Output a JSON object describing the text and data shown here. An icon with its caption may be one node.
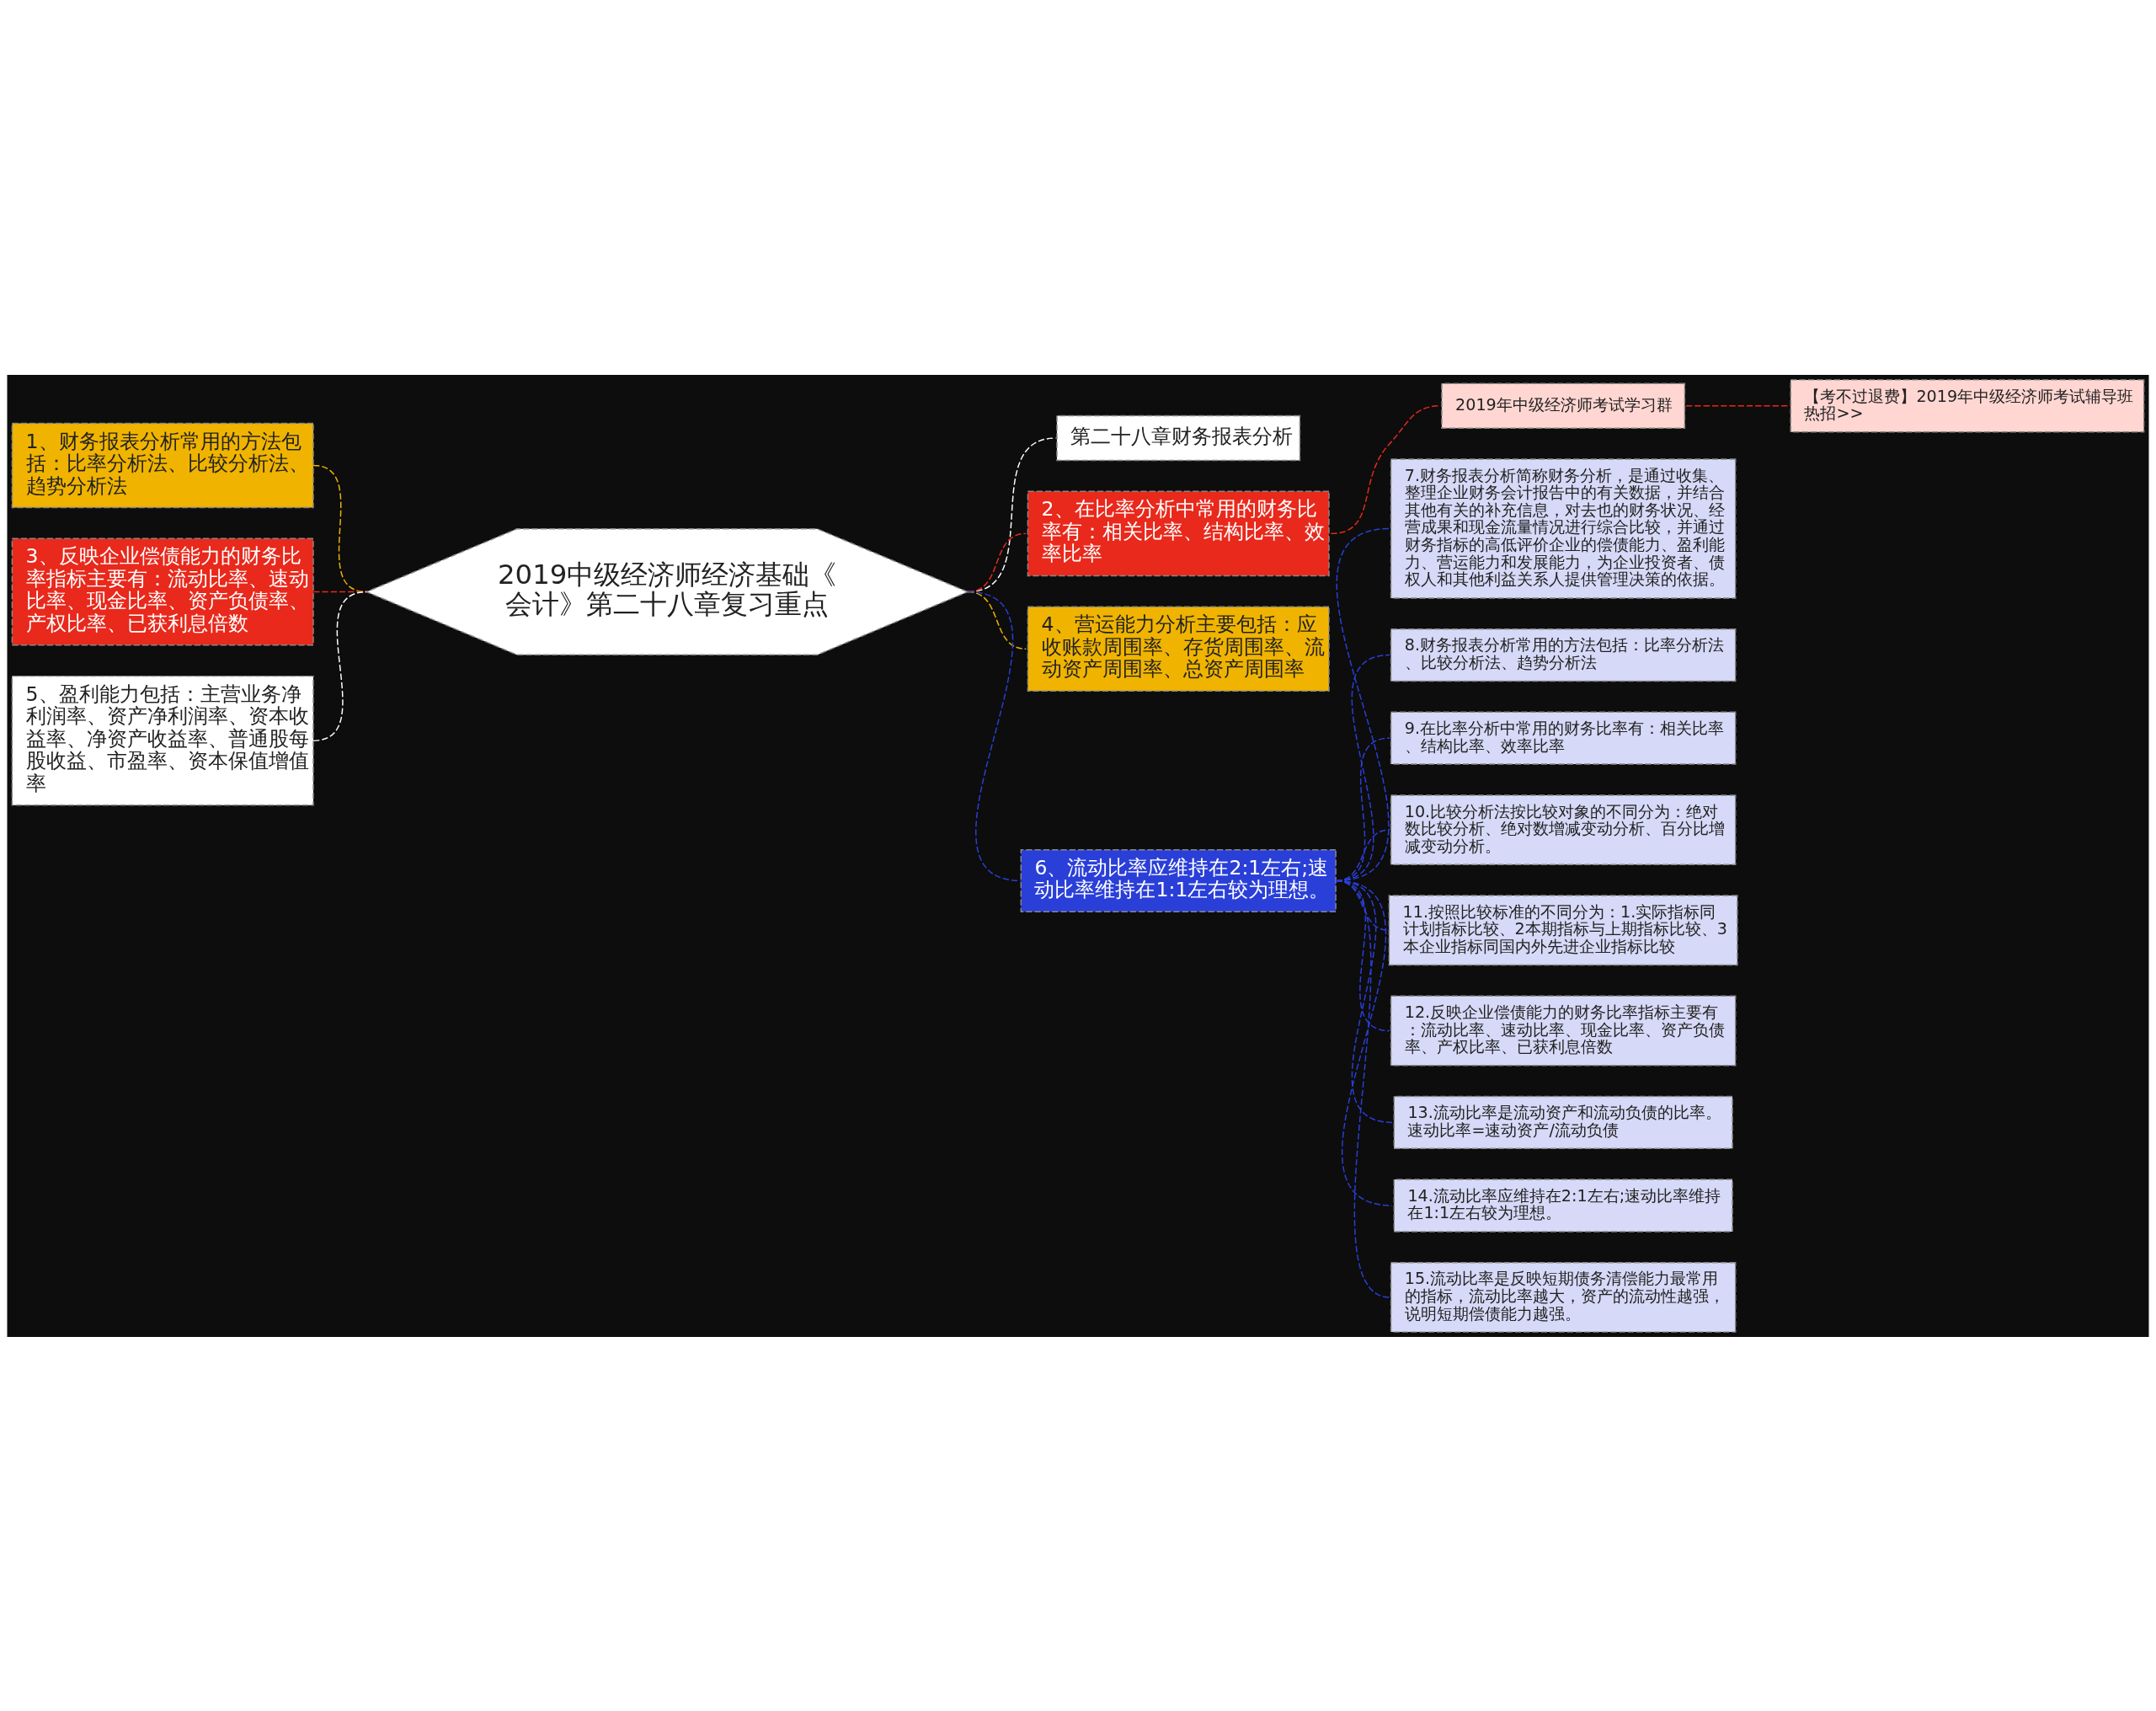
{
  "diagram": {
    "nodes": [
      {
        "text": [
          "2019中级经济师经济基础《会计》第二十八章复习重点"
        ]
      },
      {
        "text": [
          "1、财务报表分析常用的方法包括：比率分析法、比较分析法、趋势分析法"
        ]
      },
      {
        "text": [
          "3、反映企业偿债能力的财务比率指标主要有：流动比率、速动比率、现金比率、资产负债率、产权比率、已获利息倍数"
        ]
      },
      {
        "text": [
          "5、盈利能力包括：主营业务净利润率、资产净利润率、资本收益率、净资产收益率、普通股每股收益、市盈率、资本保值增值率"
        ]
      },
      {
        "text": [
          "第二十八章财务报表分析"
        ]
      },
      {
        "text": [
          "2、在比率分析中常用的财务比率有：相关比率、结构比率、效率比率"
        ]
      },
      {
        "text": [
          "2019年中级经济师考试学习群"
        ]
      },
      {
        "text": [
          "【考不过退费】2019年中级经济师考试辅导班热招>>"
        ]
      },
      {
        "text": [
          "4、营运能力分析主要包括：应收账款周围率、存货周围率、流动资产周围率、总资产周围率"
        ]
      },
      {
        "text": [
          "6、流动比率应维持在2:1左右;速动比率维持在1:1左右较为理想。"
        ]
      },
      {
        "text": [
          "7.财务报表分析简称财务分析，是通过收集、整理企业财务会计报告中的有关数据，并结合其他有关的补充信息，对去也的财务状况、经营成果和现金流量情况进行综合比较，并通过财务指标的高低评价企业的偿债能力、盈利能力、营运能力和发展能力，为企业投资者、债权人和其他利益关系人提供管理决策的依据。"
        ]
      },
      {
        "text": [
          "8.财务报表分析常用的方法包括：比率分析法、比较分析法、趋势分析法"
        ]
      },
      {
        "text": [
          "9.在比率分析中常用的财务比率有：相关比率、结构比率、效率比率"
        ]
      },
      {
        "text": [
          "10.比较分析法按比较对象的不同分为：绝对数比较分析、绝对数增减变动分析、百分比增减变动分析。"
        ]
      },
      {
        "text": [
          "11.按照比较标准的不同分为：1.实际指标同计划指标比较、2本期指标与上期指标比较、3本企业指标同国内外先进企业指标比较"
        ]
      },
      {
        "text": [
          "12.反映企业偿债能力的财务比率指标主要有：流动比率、速动比率、现金比率、资产负债率、产权比率、已获利息倍数"
        ]
      },
      {
        "text": [
          "13.流动比率是流动资产和流动负债的比率。速动比率=速动资产/流动负债"
        ]
      },
      {
        "text": [
          "14.流动比率应维持在2:1左右;速动比率维持在1:1左右较为理想。"
        ]
      },
      {
        "text": [
          "15.流动比率是反映短期债务清偿能力最常用的指标，流动比率越大，资产的流动性越强，说明短期偿债能力越强。"
        ]
      }
    ],
    "edges": [
      {
        "from": 0,
        "to": 1,
        "arrow": "none",
        "style": "dashed",
        "color": "#f0b400"
      },
      {
        "from": 0,
        "to": 2,
        "arrow": "none",
        "style": "dashed",
        "color": "#e8291c"
      },
      {
        "from": 0,
        "to": 3,
        "arrow": "none",
        "style": "dashed",
        "color": "#ffffff"
      },
      {
        "from": 0,
        "to": 4,
        "arrow": "none",
        "style": "dashed",
        "color": "#ffffff"
      },
      {
        "from": 0,
        "to": 5,
        "arrow": "none",
        "style": "dashed",
        "color": "#e8291c"
      },
      {
        "from": 5,
        "to": 6,
        "arrow": "none",
        "style": "dashed",
        "color": "#e8291c"
      },
      {
        "from": 6,
        "to": 7,
        "arrow": "none",
        "style": "dashed",
        "color": "#e8291c"
      },
      {
        "from": 0,
        "to": 8,
        "arrow": "none",
        "style": "dashed",
        "color": "#f0b400"
      },
      {
        "from": 0,
        "to": 9,
        "arrow": "none",
        "style": "dashed"
      },
      {
        "from": 9,
        "to": 10,
        "arrow": "none",
        "style": "dashed"
      },
      {
        "from": 9,
        "to": 11,
        "arrow": "none",
        "style": "dashed"
      },
      {
        "from": 9,
        "to": 12,
        "arrow": "none",
        "style": "dashed"
      },
      {
        "from": 9,
        "to": 13,
        "arrow": "none",
        "style": "dashed"
      },
      {
        "from": 9,
        "to": 14,
        "arrow": "none",
        "style": "dashed"
      },
      {
        "from": 9,
        "to": 15,
        "arrow": "none",
        "style": "dashed"
      },
      {
        "from": 9,
        "to": 16,
        "arrow": "none",
        "style": "dashed"
      },
      {
        "from": 9,
        "to": 17,
        "arrow": "none",
        "style": "dashed"
      },
      {
        "from": 9,
        "to": 18,
        "arrow": "none",
        "style": "dashed"
      }
    ]
  }
}
